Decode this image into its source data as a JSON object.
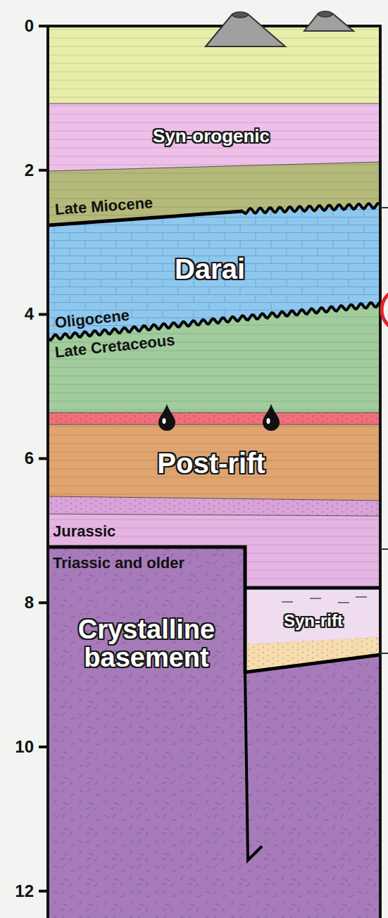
{
  "diagram": {
    "nodes": [
      {
        "text": [
          "Syn-orogenic"
        ]
      },
      {
        "text": [
          "Darai"
        ]
      },
      {
        "text": [
          "Post-rift"
        ]
      },
      {
        "text": [
          "Crystalline basement"
        ]
      },
      {
        "text": [
          "Syn-rift"
        ]
      }
    ],
    "labels": [
      "Late Miocene",
      "Oligocene",
      "Late Cretaceous",
      "Jurassic",
      "Triassic and older",
      "0",
      "2",
      "4",
      "6",
      "8",
      "10",
      "12"
    ]
  }
}
